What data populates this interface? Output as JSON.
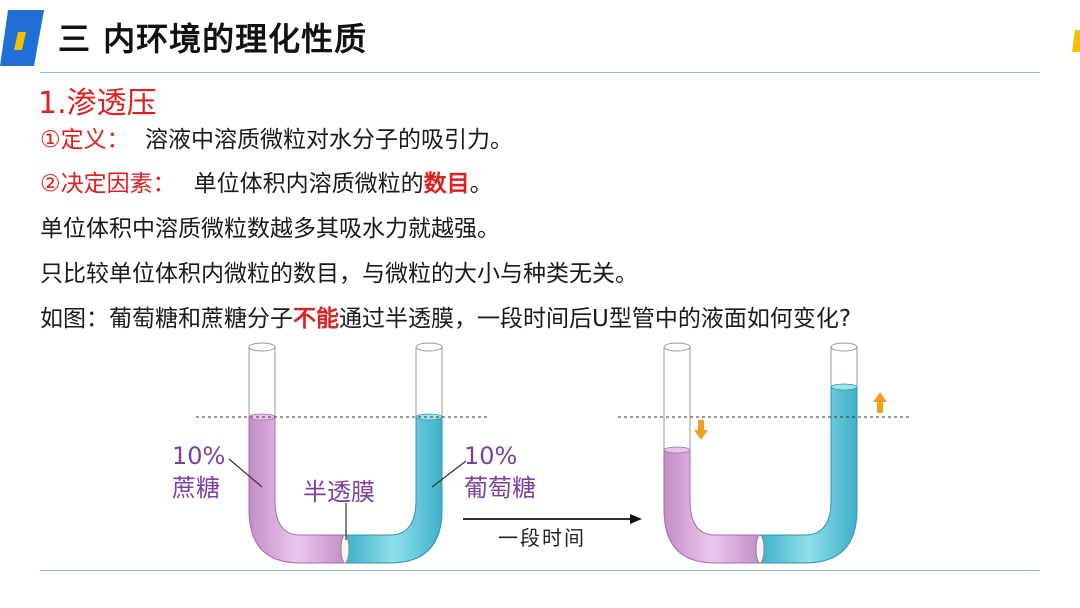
{
  "slide": {
    "title": "三  内环境的理化性质",
    "section": "1.渗透压",
    "definition_label": "①定义：",
    "definition_text": "溶液中溶质微粒对水分子的吸引力。",
    "factor_label": "②决定因素：",
    "factor_text": "单位体积内溶质微粒的",
    "factor_emphasis": "数目",
    "factor_end": "。",
    "line3": "单位体积中溶质微粒数越多其吸水力就越强。",
    "line4": "只比较单位体积内微粒的数目，与微粒的大小与种类无关。",
    "question_pre": "如图：葡萄糖和蔗糖分子",
    "question_emphasis": "不能",
    "question_post": "通过半透膜，一段时间后U型管中的液面如何变化?"
  },
  "diagram": {
    "left_label_pct": "10%",
    "left_label_name": "蔗糖",
    "membrane_label": "半透膜",
    "right_label_pct": "10%",
    "right_label_name": "葡萄糖",
    "arrow_text": "一段时间",
    "colors": {
      "sucrose": "#dcb0dc",
      "glucose": "#6ec9d8",
      "arrow_icon": "#f0a020",
      "label": "#7b3fa0",
      "accent_red": "#e02020",
      "rule": "#8fb8e0"
    }
  }
}
